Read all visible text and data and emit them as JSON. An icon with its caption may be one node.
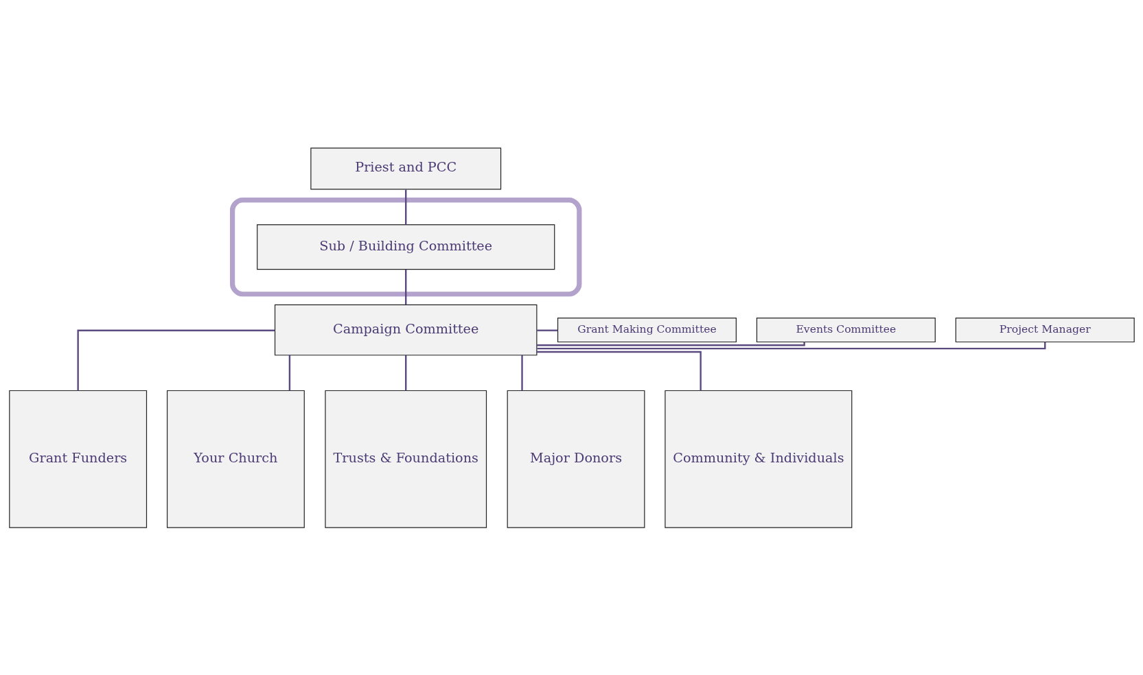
{
  "diagram": {
    "nodes": [
      {
        "text": [
          "Priest and PCC"
        ]
      },
      {
        "text": [],
        "shape": "ellipse"
      },
      {
        "text": [
          "Sub / Building Committee"
        ],
        "in": 1
      },
      {
        "text": [
          "Campaign Committee"
        ]
      },
      {
        "text": [
          "Project Manager"
        ]
      },
      {
        "text": [
          "Events Committee"
        ]
      },
      {
        "text": [
          "Grant Making Committee"
        ]
      },
      {
        "text": [
          "Grant Funders"
        ]
      },
      {
        "text": [
          "Your Church"
        ]
      },
      {
        "text": [
          "Trusts & Foundations"
        ]
      },
      {
        "text": [
          "Major Donors"
        ]
      },
      {
        "text": [
          "Community & Individuals"
        ]
      }
    ],
    "edges": [
      {
        "from": 0,
        "to": 2,
        "arrow": "none"
      },
      {
        "from": 2,
        "to": 3,
        "arrow": "none"
      },
      {
        "from": 3,
        "to": 4,
        "arrow": "none"
      },
      {
        "from": 3,
        "to": 5,
        "arrow": "none"
      },
      {
        "from": 3,
        "to": 6,
        "arrow": "none"
      },
      {
        "from": 3,
        "to": 7,
        "arrow": "none"
      },
      {
        "from": 3,
        "to": 8,
        "arrow": "none"
      },
      {
        "from": 3,
        "to": 9,
        "arrow": "none"
      },
      {
        "from": 3,
        "to": 10,
        "arrow": "none"
      },
      {
        "from": 3,
        "to": 11,
        "arrow": "none"
      }
    ]
  }
}
